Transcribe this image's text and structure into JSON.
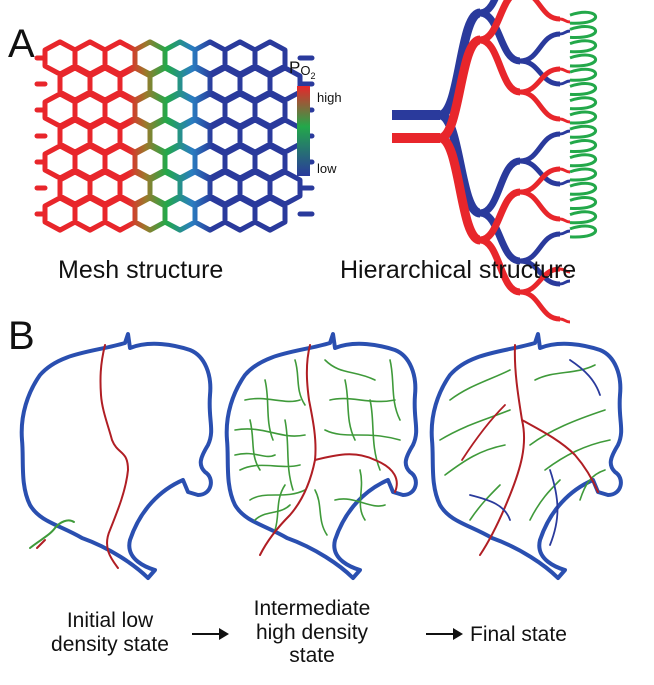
{
  "panel_a": {
    "letter": "A",
    "legend": {
      "title_main": "P",
      "title_sub1": "O",
      "title_sub2": "2",
      "high_label": "high",
      "low_label": "low"
    },
    "mesh_caption": "Mesh structure",
    "hier_caption": "Hierarchical structure"
  },
  "panel_b": {
    "letter": "B",
    "stage1": [
      "Initial low",
      "density state"
    ],
    "stage2": [
      "Intermediate",
      "high density",
      "state"
    ],
    "stage3": "Final state"
  },
  "colors": {
    "red": "#e8262b",
    "blue": "#2a3a9c",
    "green": "#23a84a",
    "dark_red": "#b01e24",
    "vessel_green": "#3f9a3a"
  }
}
